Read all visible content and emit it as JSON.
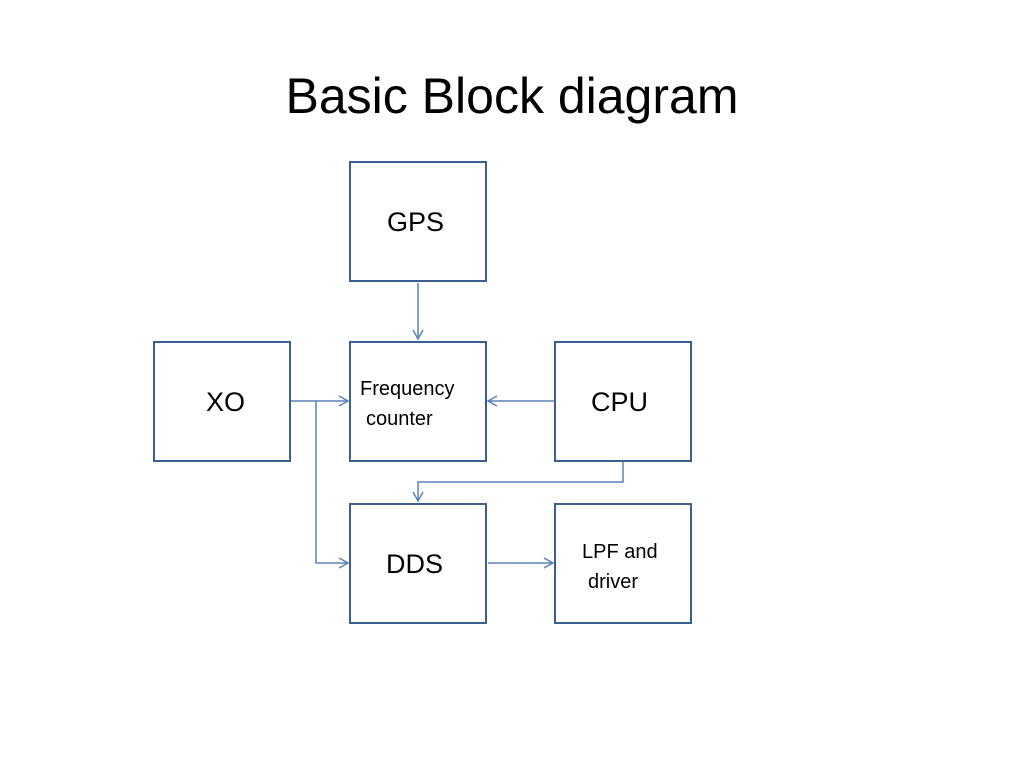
{
  "title": "Basic Block diagram",
  "colors": {
    "block_border": "#3b5f8f",
    "arrow": "#5b82b7",
    "text": "#000000",
    "background": "#ffffff"
  },
  "blocks": {
    "gps": {
      "line1": "GPS"
    },
    "xo": {
      "line1": "XO"
    },
    "freq": {
      "line1": "Frequency",
      "line2": "counter"
    },
    "cpu": {
      "line1": "CPU"
    },
    "dds": {
      "line1": "DDS"
    },
    "lpf": {
      "line1": "LPF and",
      "line2": "driver"
    }
  },
  "connections": [
    {
      "from": "GPS",
      "to": "Frequency counter"
    },
    {
      "from": "XO",
      "to": "Frequency counter"
    },
    {
      "from": "XO",
      "to": "DDS"
    },
    {
      "from": "CPU",
      "to": "Frequency counter"
    },
    {
      "from": "CPU",
      "to": "DDS"
    },
    {
      "from": "DDS",
      "to": "LPF and driver"
    }
  ]
}
